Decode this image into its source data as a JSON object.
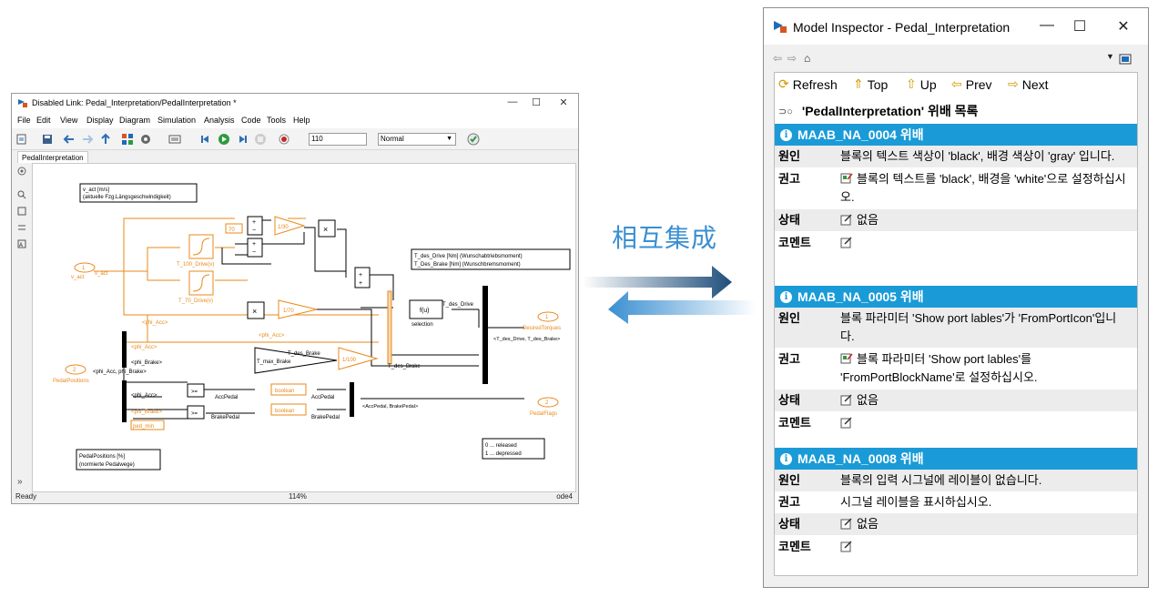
{
  "simulink": {
    "title": "Disabled Link: Pedal_Interpretation/PedalInterpretation *",
    "menu": [
      "File",
      "Edit",
      "View",
      "Display",
      "Diagram",
      "Simulation",
      "Analysis",
      "Code",
      "Tools",
      "Help"
    ],
    "sim_time": "110",
    "sim_mode": "Normal",
    "tab": "PedalInterpretation",
    "status": {
      "left": "Ready",
      "zoom": "114%",
      "solver": "ode4"
    },
    "diagram": {
      "note1_line1": "v_act [m/s]",
      "note1_line2": "(aktuelle Fzg.Längsgeschwindigkeit)",
      "in1_num": "1",
      "in1_label": "v_act",
      "in2_num": "2",
      "in2_label": "PedalPositions",
      "const70": "70",
      "gain_130": "1/30",
      "gain_170": "1/70",
      "gain_1100": "1/100",
      "lut1": "T_100_Drive(v)",
      "lut2": "T_70_Drive(v)",
      "note2_line1": "T_des_Drive [Nm] (Wunschabtriebsmoment)",
      "note2_line2": "T_Des_Brake [Nm] (Wunschbremsmoment)",
      "fcn": "f(u)",
      "fcn_label": "selection",
      "sig_t_des_drive": "T_des_Drive",
      "sig_t_des_brake": "T_des_Brake",
      "sig_t_des_brake2": "T_des_Brake",
      "out1_num": "1",
      "out1_label": "DesiredTorques",
      "bus1": "<T_des_Drive, T_des_Brake>",
      "goto_phi_acc": "<phi_Acc>",
      "goto_phi_acc2": "<phi_Acc>",
      "goto_phi_acc3": "<phi_Acc>",
      "sig_phi_brake": "<phi_Brake>",
      "sig_phi_acc_brake": "<phi_Acc, phi_Brake>",
      "tmax": "T_max_Brake",
      "sig_phi_acc4": "<phi_Acc>",
      "sig_phi_brake2": "<phi_Brake>",
      "rel": ">=",
      "bool": "boolean",
      "acc_pedal": "AccPedal",
      "brake_pedal": "BrakePedal",
      "ped_min": "ped_min",
      "out2_num": "2",
      "out2_label": "PedalFlags",
      "bus2": "<AccPedal, BrakePedal>",
      "note3_line1": "0 ... released",
      "note3_line2": "1 ... depressed",
      "note4_line1": "PedalPositions [%]",
      "note4_line2": "(normierte Pedalwege)"
    }
  },
  "center_label": "相互集成",
  "colors": {
    "accent": "#1a9bd7",
    "arrow_dark": "#1f4e7a",
    "arrow_light": "#3a8fd1",
    "block_orange": "#e8891a"
  },
  "inspector": {
    "title": "Model Inspector - Pedal_Interpretation",
    "nav": {
      "refresh": "Refresh",
      "top": "Top",
      "up": "Up",
      "prev": "Prev",
      "next": "Next"
    },
    "heading_prefix": "'PedalInterpretation' 위배 목록",
    "labels": {
      "cause": "원인",
      "recommendation": "권고",
      "status": "상태",
      "comment": "코멘트"
    },
    "rules": [
      {
        "id": "MAAB_NA_0004  위배",
        "cause": "블록의 텍스트 색상이 'black', 배경 색상이 'gray' 입니다.",
        "recommendation": "블록의 텍스트를 'black', 배경을 'white'으로 설정하십시오.",
        "status": "없음"
      },
      {
        "id": "MAAB_NA_0005  위배",
        "cause": "블록 파라미터 'Show port lables'가 'FromPortIcon'입니다.",
        "recommendation": "블록 파라미터 'Show port lables'를 'FromPortBlockName'로 설정하십시오.",
        "status": "없음"
      },
      {
        "id": "MAAB_NA_0008  위배",
        "cause": "블록의 입력 시그널에 레이블이 없습니다.",
        "recommendation": "시그널 레이블을 표시하십시오.",
        "status": "없음"
      }
    ]
  }
}
